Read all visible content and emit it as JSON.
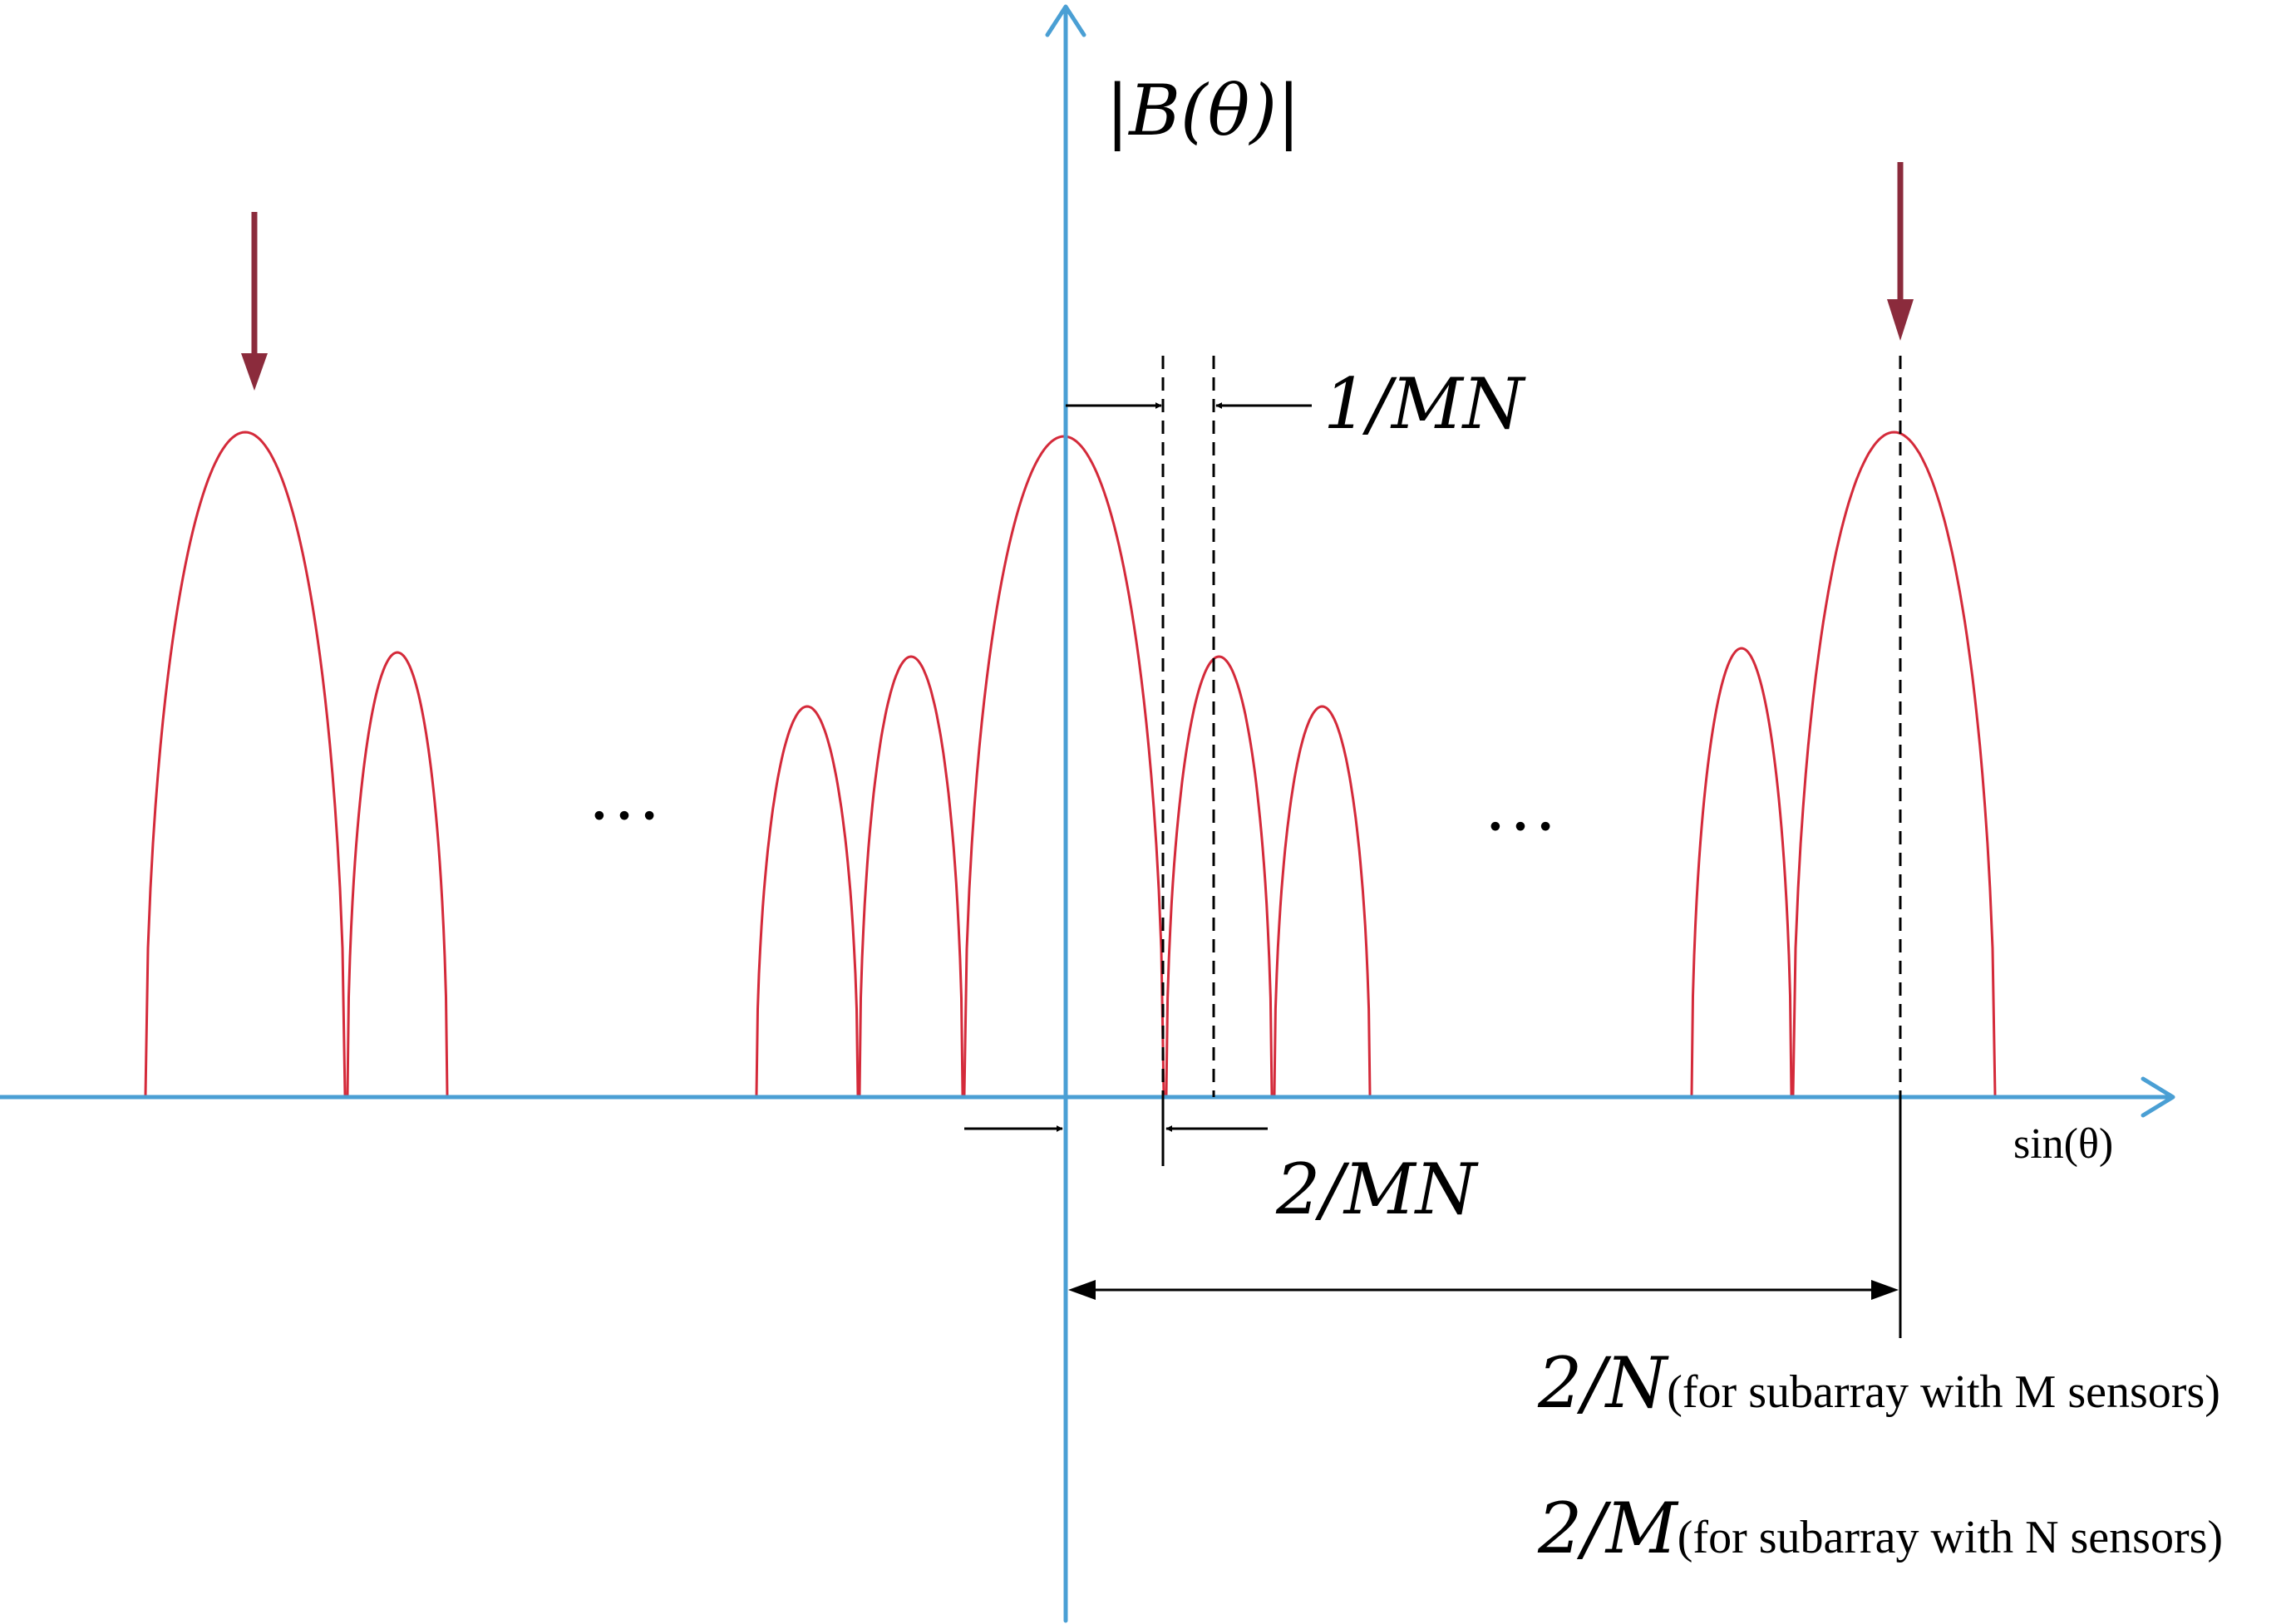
{
  "labels": {
    "y_axis": "|B(θ)|",
    "x_axis": "sin(θ)",
    "ellipsis_left": "…",
    "ellipsis_right": "…",
    "spacing_1_over_MN": "1/MN",
    "spacing_2_over_MN": "2/MN",
    "period_N_math": "2/N",
    "period_N_note": "(for subarray with M sensors)",
    "period_M_math": "2/M",
    "period_M_note": "(for subarray with N sensors)"
  },
  "colors": {
    "axis": "#4a9fd4",
    "lobe": "#d42a3a",
    "marker_arrow": "#8b2b3c",
    "annotation": "#000000"
  }
}
